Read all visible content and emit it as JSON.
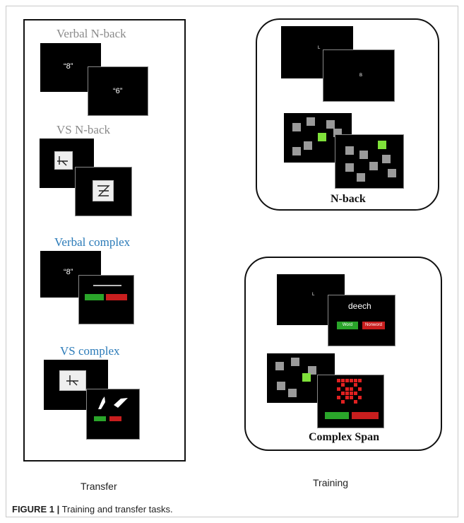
{
  "transfer": {
    "label": "Transfer",
    "verbal_nback": {
      "title": "Verbal N-back",
      "stim1": "“8”",
      "stim2": "“6”"
    },
    "vs_nback": {
      "title": "VS N-back"
    },
    "verbal_complex": {
      "title": "Verbal complex",
      "stim": "“8”"
    },
    "vs_complex": {
      "title": "VS complex"
    }
  },
  "training": {
    "label": "Training",
    "nback": {
      "title": "N-back",
      "letter1": "L",
      "letter2": "B"
    },
    "complex_span": {
      "title": "Complex Span",
      "letter": "L",
      "word": "deech",
      "word_button": "Word",
      "nonword_button": "Nonword"
    }
  },
  "caption": {
    "figure_label": "FIGURE 1 |",
    "text": "Training and transfer tasks."
  },
  "colors": {
    "title_gray": "#8a8a8a",
    "title_blue": "#2a7ab8",
    "accent_green": "#2aa52a",
    "accent_red": "#c81e1e",
    "square_gray": "#9a9a9a",
    "square_highlight": "#7fe13a"
  }
}
